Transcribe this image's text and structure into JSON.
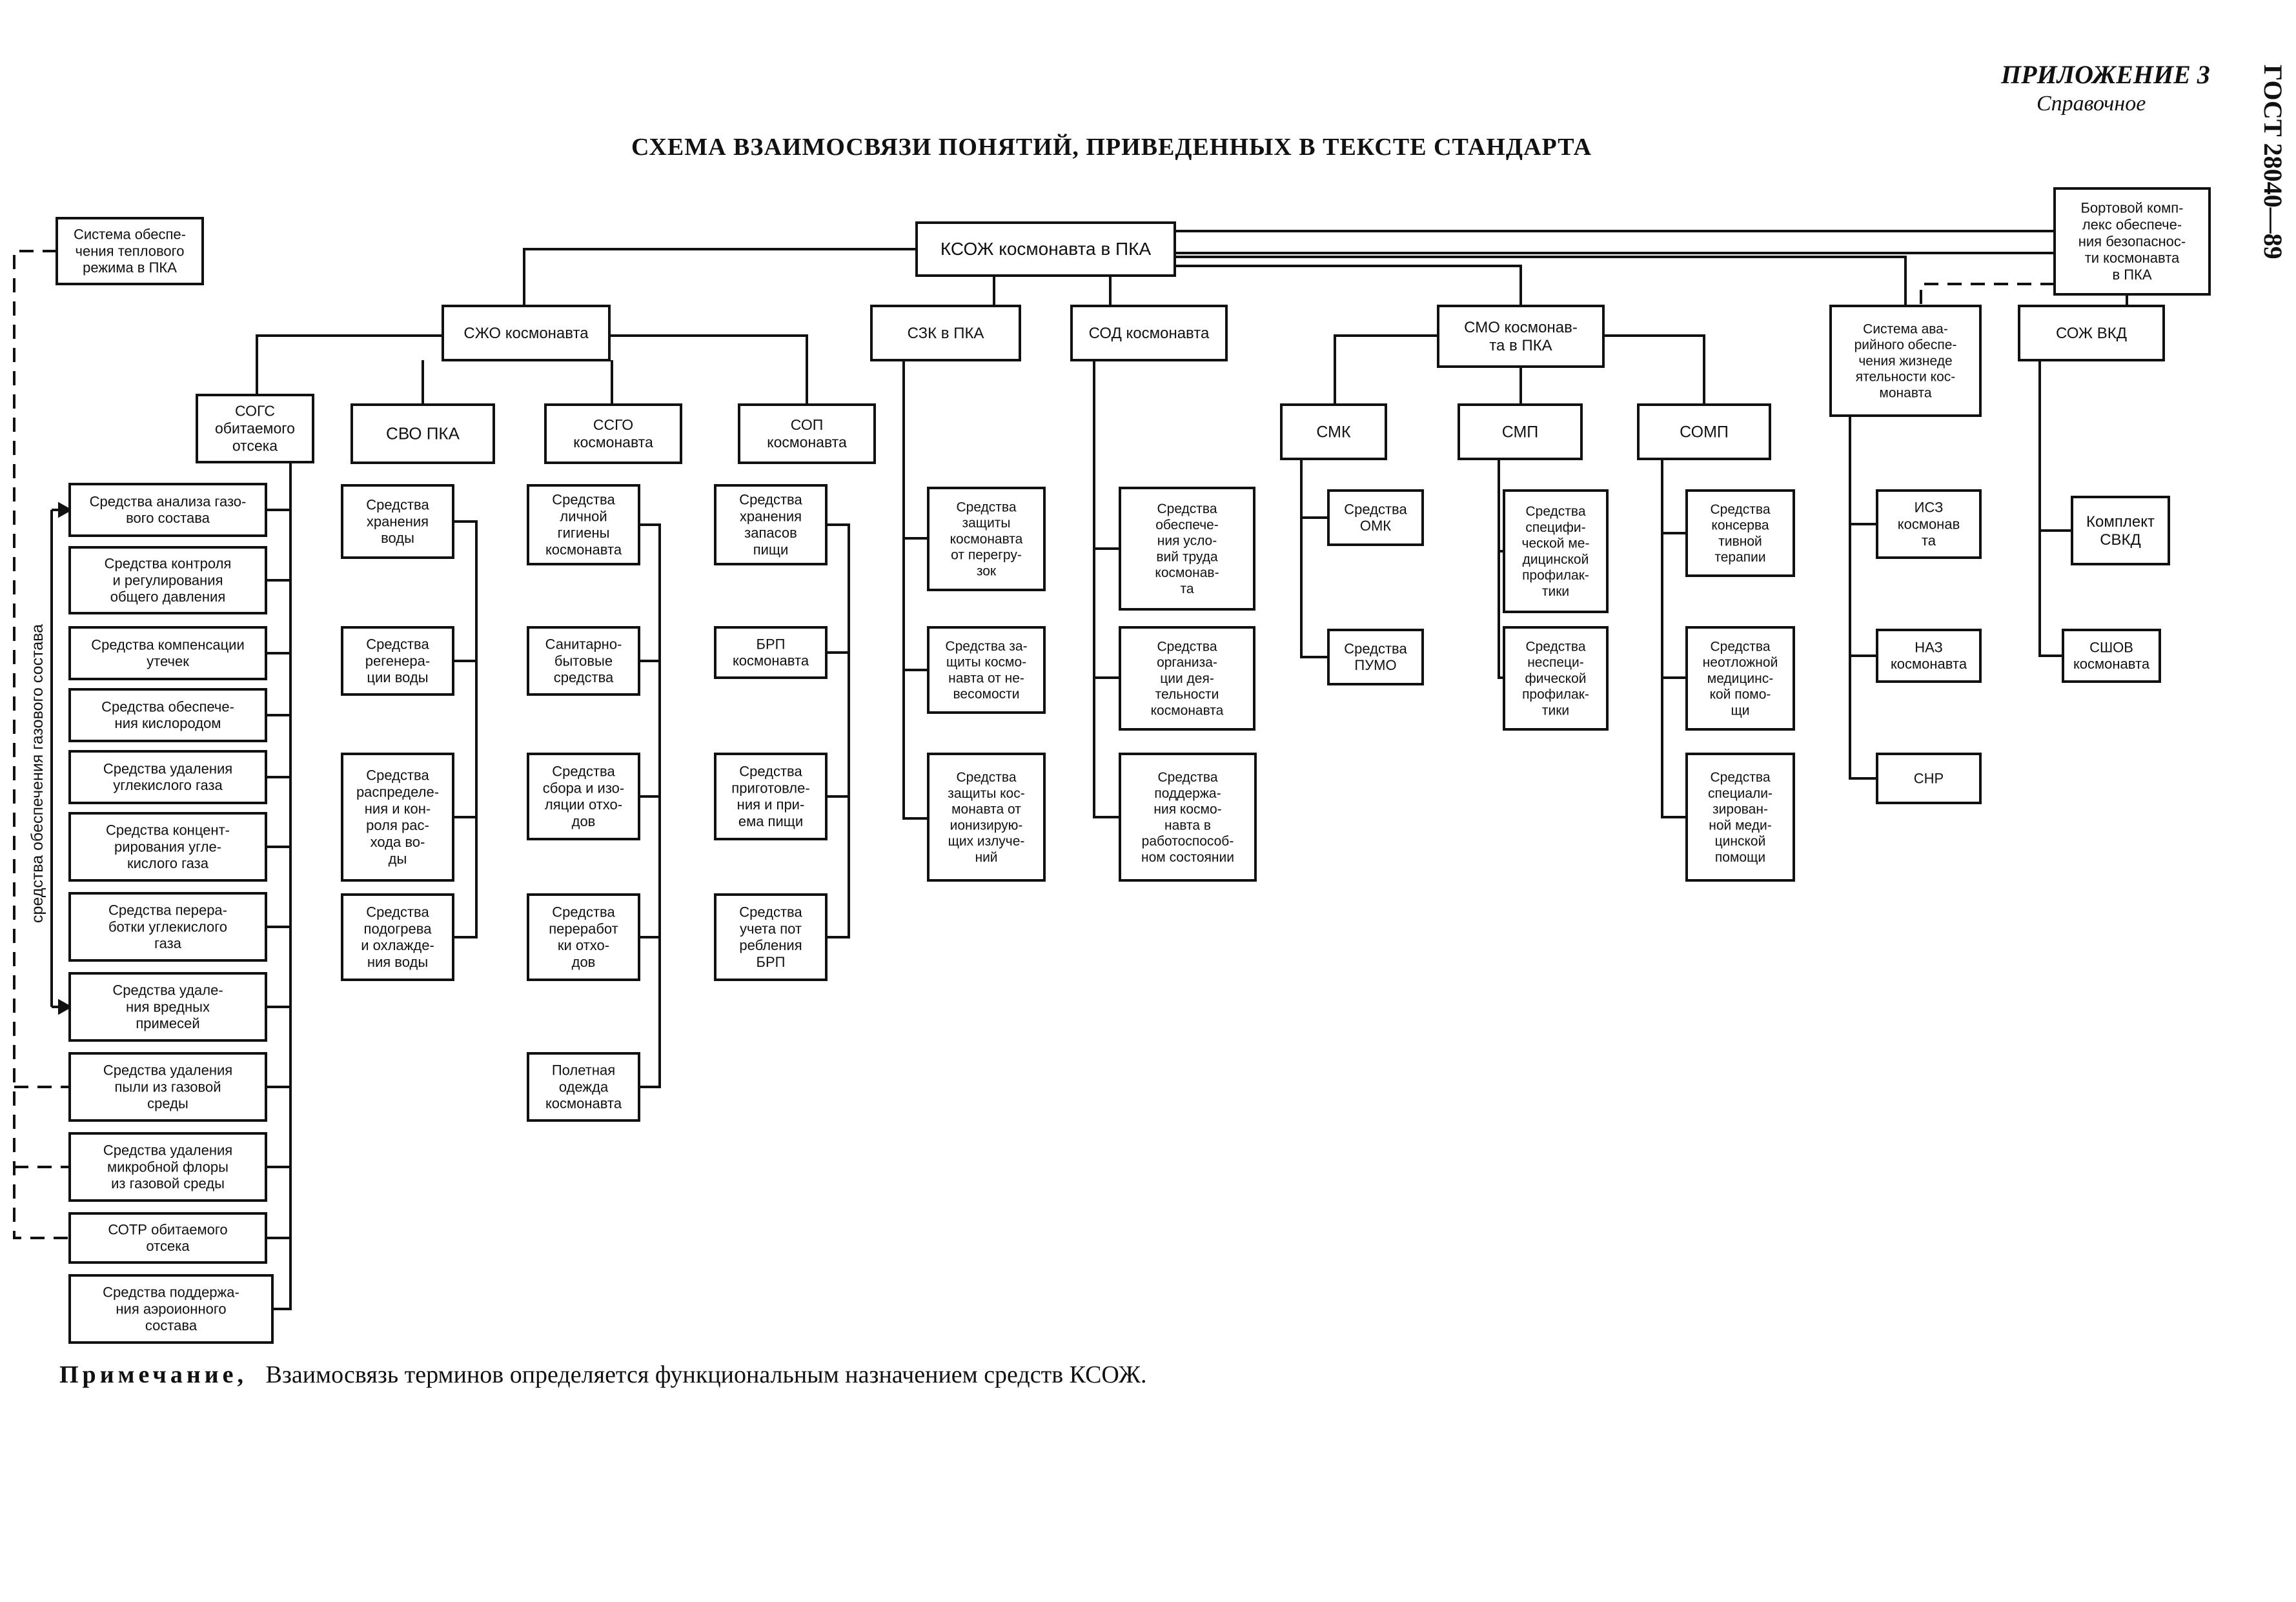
{
  "header": {
    "appendix": "ПРИЛОЖЕНИЕ 3",
    "kind": "Справочное",
    "side_code": "ГОСТ 28040—89"
  },
  "title": "СХЕМА ВЗАИМОСВЯЗИ ПОНЯТИЙ, ПРИВЕДЕННЫХ В ТЕКСТЕ СТАНДАРТА",
  "vertical_label": "средства обеспечения газового состава",
  "note": {
    "lead": "Примечание,",
    "text": "Взаимосвязь терминов определяется функциональным назначением средств КСОЖ."
  },
  "nodes": {
    "root": "КСОЖ космонавта в ПКА",
    "left_ext": "Система обеспе-\nчения теплового\nрежима в ПКА",
    "right_ext": "Бортовой комп-\nлекс обеспече-\nния безопаснос-\nти космонавта\nв ПКА",
    "szho": "СЖО космонавта",
    "szk": "СЗК в ПКА",
    "sod": "СОД космонавта",
    "smo": "СМО космонав-\nта в ПКА",
    "sav": "Система ава-\nрийного обеспе-\nчения жизнеде\nятельности кос-\nмонавта",
    "sozh": "СОЖ ВКД",
    "sogs": "СОГС\nобитаемого\nотсека",
    "svo": "СВО ПКА",
    "ssgo": "ССГО\nкосмонавта",
    "sop": "СОП\nкосмонавта",
    "smk": "СМК",
    "smp": "СМП",
    "somp": "СОМП",
    "g1": "Средства анализа газо-\nвого состава",
    "g2": "Средства контроля\nи регулирования\nобщего давления",
    "g3": "Средства компенсации\nутечек",
    "g4": "Средства обеспече-\nния кислородом",
    "g5": "Средства удаления\nуглекислого газа",
    "g6": "Средства концент-\nрирования угле-\nкислого газа",
    "g7": "Средства перера-\nботки углекислого\nгаза",
    "g8": "Средства удале-\nния вредных\nпримесей",
    "g9": "Средства удаления\nпыли из газовой\nсреды",
    "g10": "Средства удаления\nмикробной флоры\nиз газовой среды",
    "g11": "СОТР обитаемого\nотсека",
    "g12": "Средства поддержа-\nния аэроионного\nсостава",
    "w1": "Средства\nхранения\nводы",
    "w2": "Средства\nрегенера-\nции воды",
    "w3": "Средства\nраспределе-\nния и кон-\nроля рас-\nхода во-\nды",
    "w4": "Средства\nподогрева\nи охлажде-\nния воды",
    "h1": "Средства\nличной\nгигиены\nкосмонавта",
    "h2": "Санитарно-\nбытовые\nсредства",
    "h3": "Средства\nсбора и изо-\nляции отхо-\nдов",
    "h4": "Средства\nпереработ\nки отхо-\nдов",
    "h5": "Полетная\nодежда\nкосмонавта",
    "f1": "Средства\nхранения\nзапасов\nпищи",
    "f2": "БРП\nкосмонавта",
    "f3": "Средства\nприготовле-\nния и при-\nема пищи",
    "f4": "Средства\nучета пот\nребления\nБРП",
    "z1": "Средства\nзащиты\nкосмонавта\nот перегру-\nзок",
    "z2": "Средства за-\nщиты космо-\nнавта от не-\nвесомости",
    "z3": "Средства\nзащиты кос-\nмонавта от\nионизирую-\nщих излуче-\nний",
    "d1": "Средства\nобеспече-\nния усло-\nвий труда\nкосмонав-\nта",
    "d2": "Средства\nорганиза-\nции дея-\nтельности\nкосмонавта",
    "d3": "Средства\nподдержа-\nния космо-\nнавта в\nработоспособ-\nном состоянии",
    "k1": "Средства\nОМК",
    "k2": "Средства\nПУМО",
    "p1": "Средства\nспецифи-\nческой ме-\nдицинской\nпрофилак-\nтики",
    "p2": "Средства\nнеспеци-\nфической\nпрофилак-\nтики",
    "m1": "Средства\nконсерва\nтивной\nтерапии",
    "m2": "Средства\nнеотложной\nмедицинс-\nкой помо-\nщи",
    "m3": "Средства\nспециали-\nзирован-\nной меди-\nцинской\nпомощи",
    "a1": "ИСЗ\nкосмонав\nта",
    "a2": "НАЗ\nкосмонавта",
    "a3": "СНР",
    "v1": "Комплект\nСВКД",
    "v2": "СШОВ\nкосмонавта"
  }
}
